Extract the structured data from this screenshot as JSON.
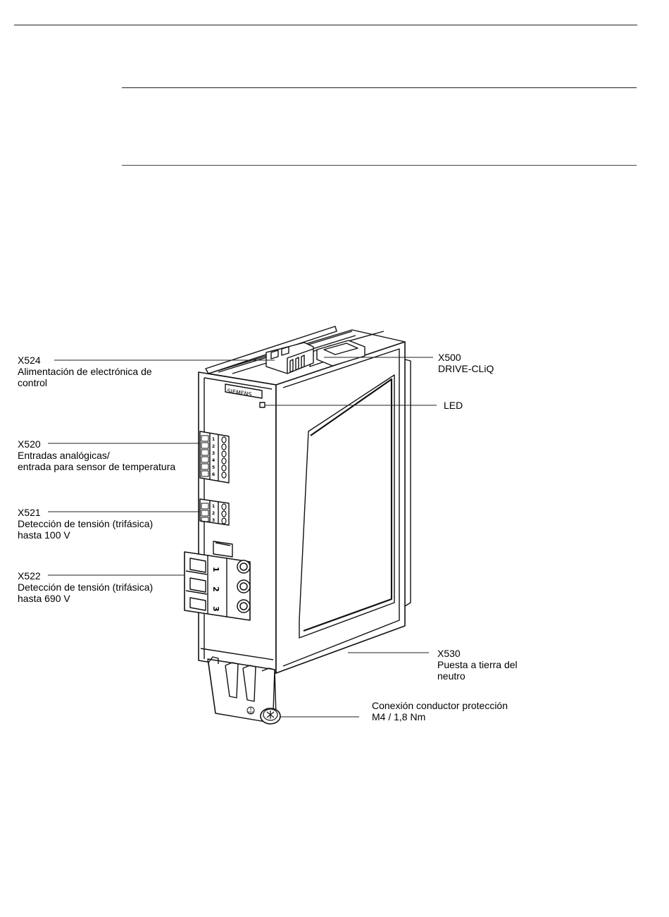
{
  "device": {
    "brand": "SIEMENS",
    "terminal_numbers": {
      "x520": [
        "1",
        "2",
        "3",
        "4",
        "5",
        "6"
      ],
      "x521": [
        "1",
        "2",
        "3"
      ],
      "x522": [
        "1",
        "2",
        "3"
      ]
    }
  },
  "callouts": [
    {
      "id": "x524",
      "lines": [
        "X524",
        "Alimentación de electrónica de",
        "control"
      ]
    },
    {
      "id": "x520",
      "lines": [
        "X520",
        "Entradas analógicas/",
        "entrada para sensor de temperatura"
      ]
    },
    {
      "id": "x521",
      "lines": [
        "X521",
        "Detección de tensión (trifásica)",
        "hasta 100 V"
      ]
    },
    {
      "id": "x522",
      "lines": [
        "X522",
        "Detección de tensión (trifásica)",
        "hasta 690 V"
      ]
    },
    {
      "id": "x500",
      "lines": [
        "X500",
        "DRIVE-CLiQ"
      ]
    },
    {
      "id": "led",
      "lines": [
        "LED"
      ]
    },
    {
      "id": "x530",
      "lines": [
        "X530",
        "Puesta a tierra del",
        "neutro"
      ]
    },
    {
      "id": "pe",
      "lines": [
        "Conexión conductor protección",
        "M4 / 1,8 Nm"
      ]
    }
  ]
}
